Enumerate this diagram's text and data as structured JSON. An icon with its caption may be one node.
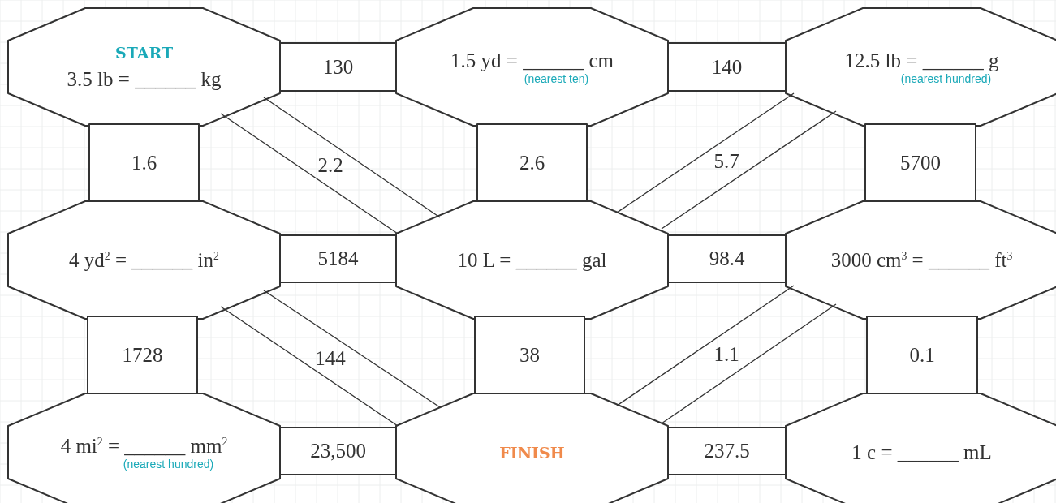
{
  "diagram": {
    "nodes": [
      {
        "text": [
          "START",
          "3.5 lb = ______ kg"
        ]
      },
      {
        "text": [
          "130"
        ]
      },
      {
        "text": [
          "1.5 yd = ______ cm",
          "(nearest ten)"
        ]
      },
      {
        "text": [
          "140"
        ]
      },
      {
        "text": [
          "12.5 lb = ______ g",
          "(nearest hundred)"
        ]
      },
      {
        "text": [
          "1.6"
        ]
      },
      {
        "text": [
          "2.2"
        ]
      },
      {
        "text": [
          "2.6"
        ]
      },
      {
        "text": [
          "5.7"
        ]
      },
      {
        "text": [
          "5700"
        ]
      },
      {
        "text": [
          "4 yd$^{2}$ = ______ in$^{2}$"
        ]
      },
      {
        "text": [
          "5184"
        ]
      },
      {
        "text": [
          "10 L = ______ gal"
        ]
      },
      {
        "text": [
          "98.4"
        ]
      },
      {
        "text": [
          "3000 cm$^{3}$ = ______ ft$^{3}$"
        ]
      },
      {
        "text": [
          "1728"
        ]
      },
      {
        "text": [
          "144"
        ]
      },
      {
        "text": [
          "38"
        ]
      },
      {
        "text": [
          "1.1"
        ]
      },
      {
        "text": [
          "0.1"
        ]
      },
      {
        "text": [
          "4 mi$^{2}$ = ______ mm$^{2}$",
          "(nearest hundred)"
        ]
      },
      {
        "text": [
          "23,500"
        ]
      },
      {
        "text": [
          "FINISH"
        ]
      },
      {
        "text": [
          "237.5"
        ]
      },
      {
        "text": [
          "1 c = ______ mL"
        ]
      }
    ]
  }
}
